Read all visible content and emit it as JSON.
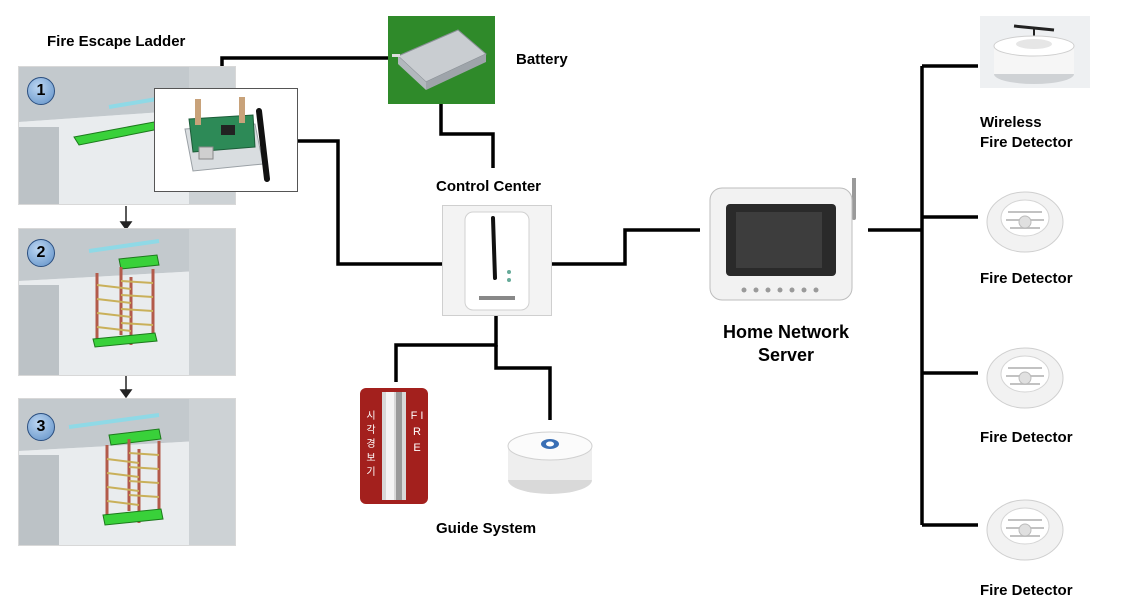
{
  "ladder": {
    "title": "Fire Escape Ladder",
    "steps": [
      "1",
      "2",
      "3"
    ]
  },
  "battery": {
    "label": "Battery"
  },
  "control_center": {
    "label": "Control Center"
  },
  "guide_system": {
    "label": "Guide System",
    "siren_text_left": "시 각 경 보 기",
    "siren_text_right": "F I R E"
  },
  "server": {
    "label_line1": "Home Network",
    "label_line2": "Server"
  },
  "detectors": [
    {
      "label_line1": "Wireless",
      "label_line2": "Fire Detector"
    },
    {
      "label_line1": "Fire Detector"
    },
    {
      "label_line1": "Fire Detector"
    },
    {
      "label_line1": "Fire Detector"
    }
  ],
  "colors": {
    "wire": "#000000",
    "battery_bg": "#2f8a2a",
    "ladder_frame": "#b35a4a",
    "ladder_accent": "#39d13a",
    "siren_red": "#a3201d"
  }
}
